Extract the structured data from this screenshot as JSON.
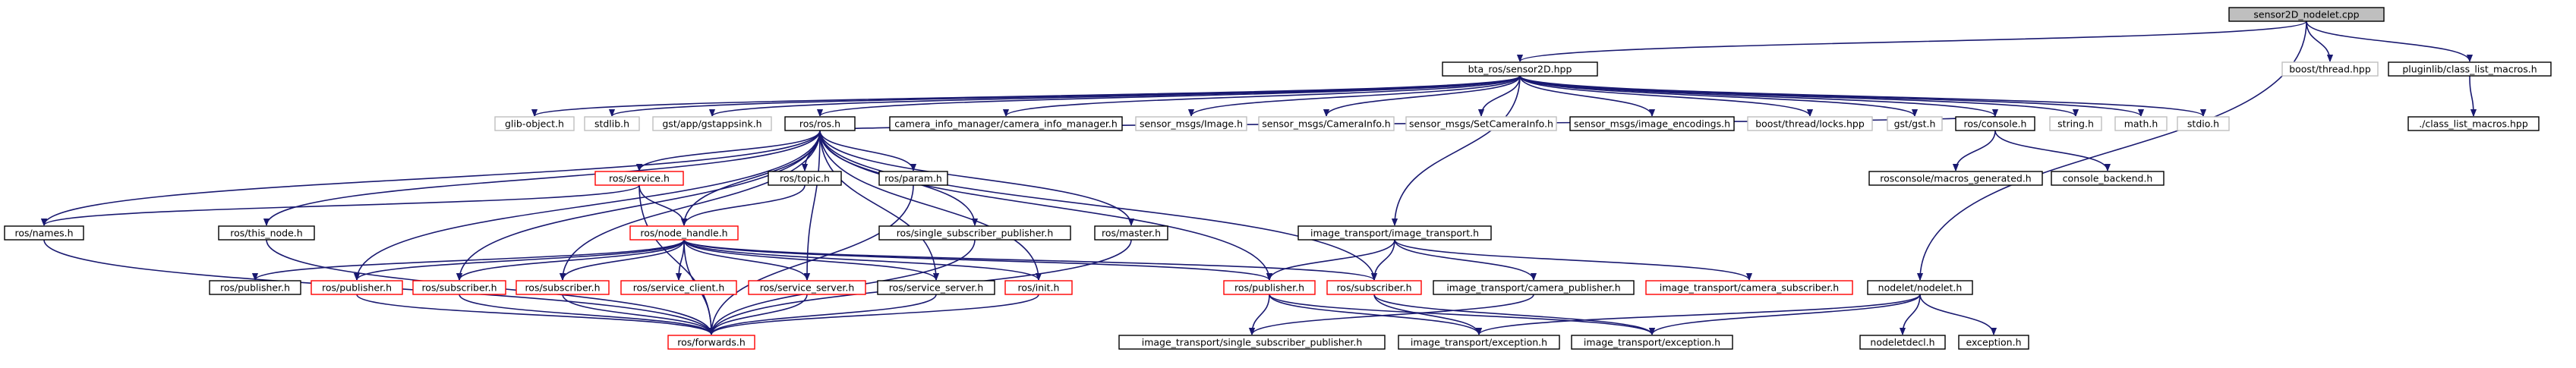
{
  "nodes": [
    {
      "id": "n_root",
      "label": "sensor2D_nodelet.cpp",
      "style": "root"
    },
    {
      "id": "n_bta",
      "label": "bta_ros/sensor2D.hpp",
      "style": "black"
    },
    {
      "id": "n_boost_thread",
      "label": "boost/thread.hpp",
      "style": "gray"
    },
    {
      "id": "n_pluginlib",
      "label": "pluginlib/class_list_macros.h",
      "style": "black"
    },
    {
      "id": "n_class_list_hpp",
      "label": "./class_list_macros.hpp",
      "style": "black"
    },
    {
      "id": "n_glib",
      "label": "glib-object.h",
      "style": "gray"
    },
    {
      "id": "n_stdlib",
      "label": "stdlib.h",
      "style": "gray"
    },
    {
      "id": "n_gstappsink",
      "label": "gst/app/gstappsink.h",
      "style": "gray"
    },
    {
      "id": "n_rosh",
      "label": "ros/ros.h",
      "style": "black"
    },
    {
      "id": "n_cim",
      "label": "camera_info_manager/camera_info_manager.h",
      "style": "black"
    },
    {
      "id": "n_sm_image",
      "label": "sensor_msgs/Image.h",
      "style": "gray"
    },
    {
      "id": "n_sm_caminfo",
      "label": "sensor_msgs/CameraInfo.h",
      "style": "gray"
    },
    {
      "id": "n_sm_setcam",
      "label": "sensor_msgs/SetCameraInfo.h",
      "style": "gray"
    },
    {
      "id": "n_sm_enc",
      "label": "sensor_msgs/image_encodings.h",
      "style": "black"
    },
    {
      "id": "n_locks",
      "label": "boost/thread/locks.hpp",
      "style": "gray"
    },
    {
      "id": "n_gst",
      "label": "gst/gst.h",
      "style": "gray"
    },
    {
      "id": "n_console",
      "label": "ros/console.h",
      "style": "black"
    },
    {
      "id": "n_string",
      "label": "string.h",
      "style": "gray"
    },
    {
      "id": "n_math",
      "label": "math.h",
      "style": "gray"
    },
    {
      "id": "n_stdio",
      "label": "stdio.h",
      "style": "gray"
    },
    {
      "id": "n_service",
      "label": "ros/service.h",
      "style": "red"
    },
    {
      "id": "n_topic",
      "label": "ros/topic.h",
      "style": "black"
    },
    {
      "id": "n_param",
      "label": "ros/param.h",
      "style": "black"
    },
    {
      "id": "n_rosconsole_macros",
      "label": "rosconsole/macros_generated.h",
      "style": "black"
    },
    {
      "id": "n_console_backend",
      "label": "console_backend.h",
      "style": "black"
    },
    {
      "id": "n_names",
      "label": "ros/names.h",
      "style": "black"
    },
    {
      "id": "n_this_node",
      "label": "ros/this_node.h",
      "style": "black"
    },
    {
      "id": "n_node_handle",
      "label": "ros/node_handle.h",
      "style": "red"
    },
    {
      "id": "n_single_sub_pub",
      "label": "ros/single_subscriber_publisher.h",
      "style": "black"
    },
    {
      "id": "n_master",
      "label": "ros/master.h",
      "style": "black"
    },
    {
      "id": "n_it",
      "label": "image_transport/image_transport.h",
      "style": "black"
    },
    {
      "id": "n_ros_pub_a",
      "label": "ros/publisher.h",
      "style": "black"
    },
    {
      "id": "n_ros_pub_b",
      "label": "ros/publisher.h",
      "style": "red"
    },
    {
      "id": "n_ros_sub_a",
      "label": "ros/subscriber.h",
      "style": "red"
    },
    {
      "id": "n_ros_sub_b",
      "label": "ros/subscriber.h",
      "style": "red"
    },
    {
      "id": "n_service_client",
      "label": "ros/service_client.h",
      "style": "red"
    },
    {
      "id": "n_service_server_a",
      "label": "ros/service_server.h",
      "style": "red"
    },
    {
      "id": "n_service_server_b",
      "label": "ros/service_server.h",
      "style": "black"
    },
    {
      "id": "n_init",
      "label": "ros/init.h",
      "style": "red"
    },
    {
      "id": "n_it_publisher",
      "label": "ros/publisher.h",
      "style": "red"
    },
    {
      "id": "n_it_subscriber",
      "label": "ros/subscriber.h",
      "style": "red"
    },
    {
      "id": "n_it_campub",
      "label": "image_transport/camera_publisher.h",
      "style": "black"
    },
    {
      "id": "n_it_camsub",
      "label": "image_transport/camera_subscriber.h",
      "style": "red"
    },
    {
      "id": "n_nodelet",
      "label": "nodelet/nodelet.h",
      "style": "black"
    },
    {
      "id": "n_forwards",
      "label": "ros/forwards.h",
      "style": "red"
    },
    {
      "id": "n_it_ssp",
      "label": "image_transport/single_subscriber_publisher.h",
      "style": "black"
    },
    {
      "id": "n_it_exc_a",
      "label": "image_transport/exception.h",
      "style": "black"
    },
    {
      "id": "n_it_exc_b",
      "label": "image_transport/exception.h",
      "style": "black"
    },
    {
      "id": "n_nodeletdecl",
      "label": "nodeletdecl.h",
      "style": "black"
    },
    {
      "id": "n_exception",
      "label": "exception.h",
      "style": "black"
    }
  ],
  "edges": [
    [
      "n_root",
      "n_bta"
    ],
    [
      "n_root",
      "n_boost_thread"
    ],
    [
      "n_root",
      "n_pluginlib"
    ],
    [
      "n_root",
      "n_nodelet"
    ],
    [
      "n_pluginlib",
      "n_class_list_hpp"
    ],
    [
      "n_bta",
      "n_glib"
    ],
    [
      "n_bta",
      "n_stdlib"
    ],
    [
      "n_bta",
      "n_gstappsink"
    ],
    [
      "n_bta",
      "n_rosh"
    ],
    [
      "n_bta",
      "n_cim"
    ],
    [
      "n_bta",
      "n_sm_image"
    ],
    [
      "n_bta",
      "n_sm_caminfo"
    ],
    [
      "n_bta",
      "n_sm_setcam"
    ],
    [
      "n_bta",
      "n_sm_enc"
    ],
    [
      "n_bta",
      "n_locks"
    ],
    [
      "n_bta",
      "n_gst"
    ],
    [
      "n_bta",
      "n_console"
    ],
    [
      "n_bta",
      "n_string"
    ],
    [
      "n_bta",
      "n_math"
    ],
    [
      "n_bta",
      "n_stdio"
    ],
    [
      "n_bta",
      "n_it"
    ],
    [
      "n_console",
      "n_rosconsole_macros"
    ],
    [
      "n_console",
      "n_console_backend"
    ],
    [
      "n_rosh",
      "n_console"
    ],
    [
      "n_rosh",
      "n_service"
    ],
    [
      "n_rosh",
      "n_topic"
    ],
    [
      "n_rosh",
      "n_param"
    ],
    [
      "n_rosh",
      "n_this_node"
    ],
    [
      "n_rosh",
      "n_node_handle"
    ],
    [
      "n_rosh",
      "n_single_sub_pub"
    ],
    [
      "n_rosh",
      "n_master"
    ],
    [
      "n_rosh",
      "n_ros_pub_b"
    ],
    [
      "n_rosh",
      "n_ros_sub_a"
    ],
    [
      "n_rosh",
      "n_ros_sub_b"
    ],
    [
      "n_rosh",
      "n_service_server_a"
    ],
    [
      "n_rosh",
      "n_service_server_b"
    ],
    [
      "n_rosh",
      "n_init"
    ],
    [
      "n_rosh",
      "n_it_publisher"
    ],
    [
      "n_rosh",
      "n_it_subscriber"
    ],
    [
      "n_rosh",
      "n_names"
    ],
    [
      "n_service",
      "n_names"
    ],
    [
      "n_service",
      "n_node_handle"
    ],
    [
      "n_service",
      "n_forwards"
    ],
    [
      "n_topic",
      "n_node_handle"
    ],
    [
      "n_param",
      "n_forwards"
    ],
    [
      "n_master",
      "n_forwards"
    ],
    [
      "n_this_node",
      "n_forwards"
    ],
    [
      "n_names",
      "n_forwards"
    ],
    [
      "n_single_sub_pub",
      "n_forwards"
    ],
    [
      "n_node_handle",
      "n_ros_pub_a"
    ],
    [
      "n_node_handle",
      "n_ros_pub_b"
    ],
    [
      "n_node_handle",
      "n_ros_sub_a"
    ],
    [
      "n_node_handle",
      "n_ros_sub_b"
    ],
    [
      "n_node_handle",
      "n_service_client"
    ],
    [
      "n_node_handle",
      "n_service_server_a"
    ],
    [
      "n_node_handle",
      "n_service_server_b"
    ],
    [
      "n_node_handle",
      "n_init"
    ],
    [
      "n_node_handle",
      "n_it_publisher"
    ],
    [
      "n_node_handle",
      "n_it_subscriber"
    ],
    [
      "n_node_handle",
      "n_forwards"
    ],
    [
      "n_ros_pub_b",
      "n_forwards"
    ],
    [
      "n_ros_sub_a",
      "n_forwards"
    ],
    [
      "n_ros_sub_b",
      "n_forwards"
    ],
    [
      "n_service_server_a",
      "n_forwards"
    ],
    [
      "n_service_server_b",
      "n_forwards"
    ],
    [
      "n_init",
      "n_forwards"
    ],
    [
      "n_it",
      "n_it_publisher"
    ],
    [
      "n_it",
      "n_it_subscriber"
    ],
    [
      "n_it",
      "n_it_campub"
    ],
    [
      "n_it",
      "n_it_camsub"
    ],
    [
      "n_it_publisher",
      "n_it_ssp"
    ],
    [
      "n_it_publisher",
      "n_it_exc_a"
    ],
    [
      "n_it_publisher",
      "n_it_exc_b"
    ],
    [
      "n_it_subscriber",
      "n_it_exc_a"
    ],
    [
      "n_it_subscriber",
      "n_it_exc_b"
    ],
    [
      "n_it_campub",
      "n_it_ssp"
    ],
    [
      "n_nodelet",
      "n_nodeletdecl"
    ],
    [
      "n_nodelet",
      "n_exception"
    ],
    [
      "n_nodelet",
      "n_it_exc_a"
    ],
    [
      "n_nodelet",
      "n_it_exc_b"
    ]
  ],
  "colors": {
    "edge": "#191970",
    "border": "#000000",
    "border_highlight": "#ff0000",
    "border_external": "#bfbfbf",
    "root_fill": "#bfbfbf",
    "node_fill": "#ffffff"
  }
}
